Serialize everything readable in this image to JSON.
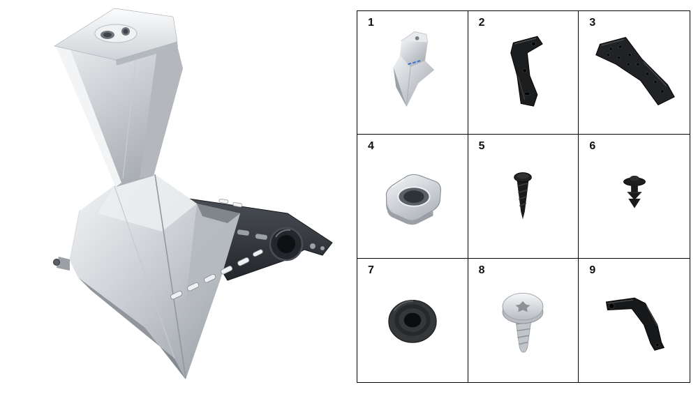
{
  "page": {
    "background": "#ffffff",
    "kind": "exploded-parts-diagram"
  },
  "main_view": {
    "name": "fairing-side-panel",
    "icon": "side-panel-3d-render"
  },
  "parts_grid": {
    "rows": 3,
    "cols": 3,
    "border_color": "#000000",
    "cells": [
      {
        "number": "1",
        "icon": "trim-panel-icon"
      },
      {
        "number": "2",
        "icon": "corner-bracket-icon"
      },
      {
        "number": "3",
        "icon": "perforated-bracket-icon"
      },
      {
        "number": "4",
        "icon": "clip-nut-icon"
      },
      {
        "number": "5",
        "icon": "tapping-screw-icon"
      },
      {
        "number": "6",
        "icon": "push-rivet-icon"
      },
      {
        "number": "7",
        "icon": "rubber-grommet-icon"
      },
      {
        "number": "8",
        "icon": "flange-screw-icon"
      },
      {
        "number": "9",
        "icon": "angle-bracket-icon"
      }
    ]
  },
  "colors": {
    "silver_light": "#f2f4f6",
    "silver_mid": "#c6cacf",
    "silver_dark": "#8d9298",
    "part_black": "#1d1f21",
    "accent_blue": "#2f6fd4",
    "grid_border": "#000000"
  }
}
